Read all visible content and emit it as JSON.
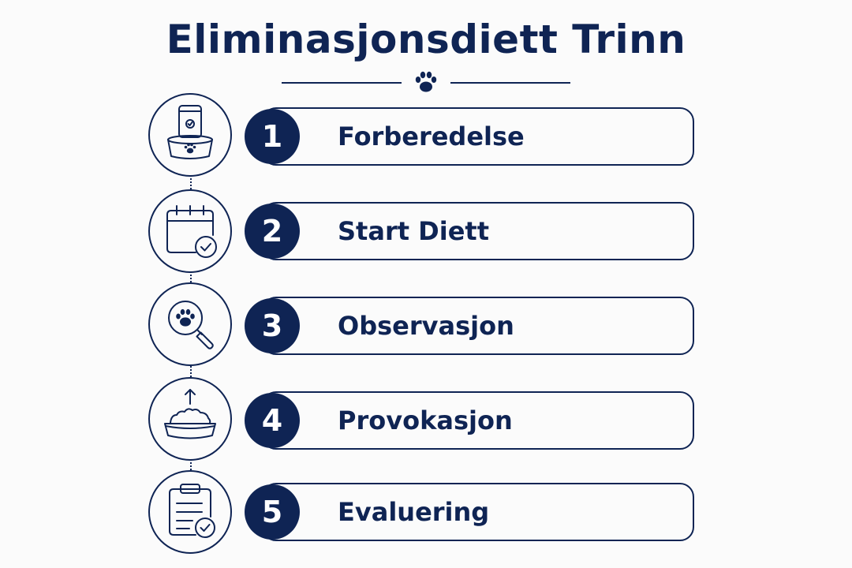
{
  "title": "Eliminasjonsdiett Trinn",
  "title_icon": "paw-icon",
  "colors": {
    "primary": "#0f2454",
    "background": "#fbfbfb",
    "badge_text": "#ffffff"
  },
  "steps": [
    {
      "number": "1",
      "label": "Forberedelse",
      "icon": "food-bag-and-bowl-icon"
    },
    {
      "number": "2",
      "label": "Start Diett",
      "icon": "calendar-check-icon"
    },
    {
      "number": "3",
      "label": "Observasjon",
      "icon": "magnifier-paw-icon"
    },
    {
      "number": "4",
      "label": "Provokasjon",
      "icon": "food-bowl-arrow-icon"
    },
    {
      "number": "5",
      "label": "Evaluering",
      "icon": "clipboard-check-icon"
    }
  ]
}
